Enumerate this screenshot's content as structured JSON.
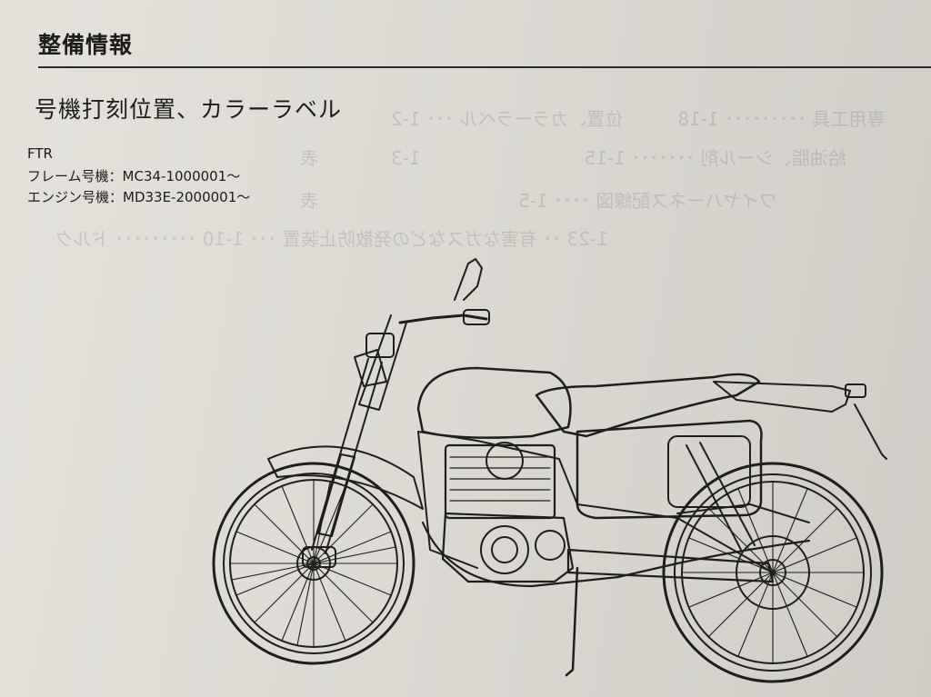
{
  "header": {
    "section_title": "整備情報"
  },
  "heading": {
    "title": "号機打刻位置、カラーラベル"
  },
  "specs": {
    "model": "FTR",
    "frame_number": "フレーム号機：MC34-1000001～",
    "engine_number": "エンジン号機：MD33E-2000001～"
  },
  "illustration": {
    "subject": "motorcycle-line-drawing"
  }
}
